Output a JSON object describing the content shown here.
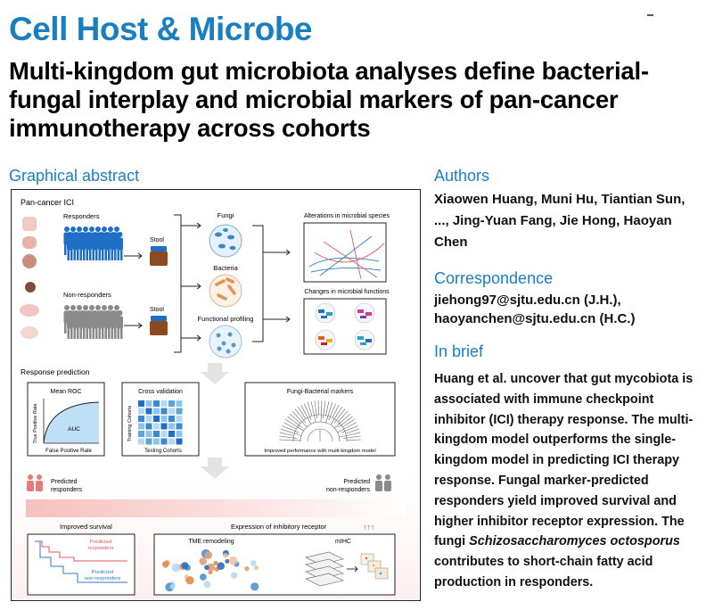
{
  "journal": "Cell Host & Microbe",
  "title": "Multi-kingdom gut microbiota analyses define bacterial-fungal interplay and microbial markers of pan-cancer immunotherapy across cohorts",
  "graphical_abstract": {
    "heading": "Graphical abstract",
    "pan_cancer": "Pan-cancer ICI",
    "responders": "Responders",
    "non_responders": "Non-responders",
    "stool": "Stool",
    "fungi": "Fungi",
    "bacteria": "Bacteria",
    "functional_profiling": "Functional profiling",
    "alterations": "Alterations in microbial species",
    "changes": "Changes in microbial functions",
    "response_prediction": "Response prediction",
    "mean_roc": "Mean ROC",
    "auc": "AUC",
    "tpr": "True Positive Rate",
    "fpr": "False Positive Rate",
    "cross_validation": "Cross validation",
    "training_cohorts": "Training Cohorts",
    "testing_cohorts": "Testing Cohorts",
    "fungi_bacterial_markers": "Fungi-Bacterial markers",
    "improved_performance": "Improved performance with multi-kingdom model",
    "predicted": "Predicted",
    "responders_lc": "responders",
    "non_responders_lc": "non-responders",
    "improved_survival": "Improved survival",
    "expression": "Expression of inhibitory receptor",
    "arrows_up": "↑↑↑",
    "tme": "TME remodeling",
    "mihc": "mIHC"
  },
  "authors": {
    "heading": "Authors",
    "text": "Xiaowen Huang, Muni Hu, Tiantian Sun, ..., Jing-Yuan Fang, Jie Hong, Haoyan Chen"
  },
  "correspondence": {
    "heading": "Correspondence",
    "line1": "jiehong97@sjtu.edu.cn (J.H.),",
    "line2": "haoyanchen@sjtu.edu.cn (H.C.)"
  },
  "in_brief": {
    "heading": "In brief",
    "part1": "Huang et al. uncover that gut mycobiota is associated with immune checkpoint inhibitor (ICI) therapy response. The multi-kingdom model outperforms the single-kingdom model in predicting ICI therapy response. Fungal marker-predicted responders yield improved survival and higher inhibitor receptor expression. The fungi ",
    "species": "Schizosaccharomyces octosporus",
    "part2": " contributes to short-chain fatty acid production in responders."
  },
  "colors": {
    "brand": "#1a7fc0",
    "responder": "#1f6fc7",
    "non_responder": "#8a8a8a",
    "predicted_responder": "#e05a5a"
  }
}
